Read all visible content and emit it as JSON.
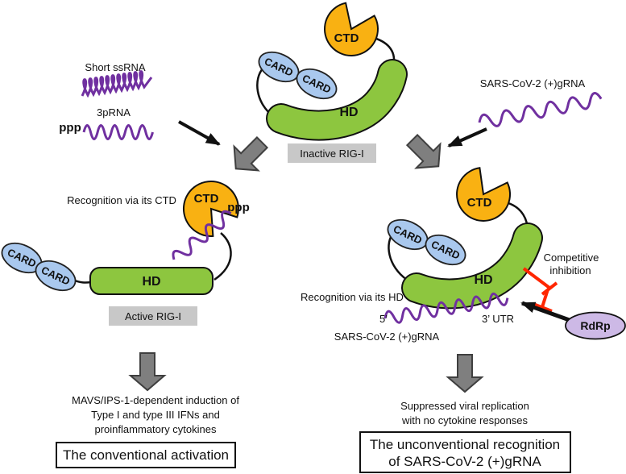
{
  "colors": {
    "orange": "#F9B112",
    "green": "#8DC63F",
    "card_blue": "#A9C8EE",
    "card_text": "#17375E",
    "purple": "#7030A0",
    "red": "#FF2600",
    "arrow_gray": "#7F7F7F",
    "label_bg": "#C8C8C8",
    "rdrp_purple": "#CDB9E6",
    "black": "#111111"
  },
  "ligands": {
    "short_ssrna": "Short ssRNA",
    "p3rna": "3pRNA",
    "ppp": "ppp",
    "sars_grna": "SARS-CoV-2 (+)gRNA"
  },
  "inactive": {
    "ctd": "CTD",
    "card": "CARD",
    "hd": "HD",
    "label": "Inactive RIG-I"
  },
  "active": {
    "recognition": "Recognition via its CTD",
    "ctd": "CTD",
    "ppp": "ppp",
    "card": "CARD",
    "hd": "HD",
    "label": "Active RIG-I"
  },
  "unconventional": {
    "ctd": "CTD",
    "card": "CARD",
    "hd": "HD",
    "recognition": "Recognition via its HD",
    "five_prime": "5’",
    "three_utr": "3’ UTR",
    "grna": "SARS-CoV-2 (+)gRNA",
    "competitive_1": "Competitive",
    "competitive_2": "inhibition",
    "rdrp": "RdRp"
  },
  "outcome_left": {
    "line1": "MAVS/IPS-1-dependent induction of",
    "line2": "Type I and type III IFNs and",
    "line3": "proinflammatory cytokines",
    "box": "The conventional activation"
  },
  "outcome_right": {
    "line1": "Suppressed viral replication",
    "line2": "with no cytokine responses",
    "box_line1": "The unconventional recognition",
    "box_line2": "of SARS-CoV-2 (+)gRNA"
  }
}
